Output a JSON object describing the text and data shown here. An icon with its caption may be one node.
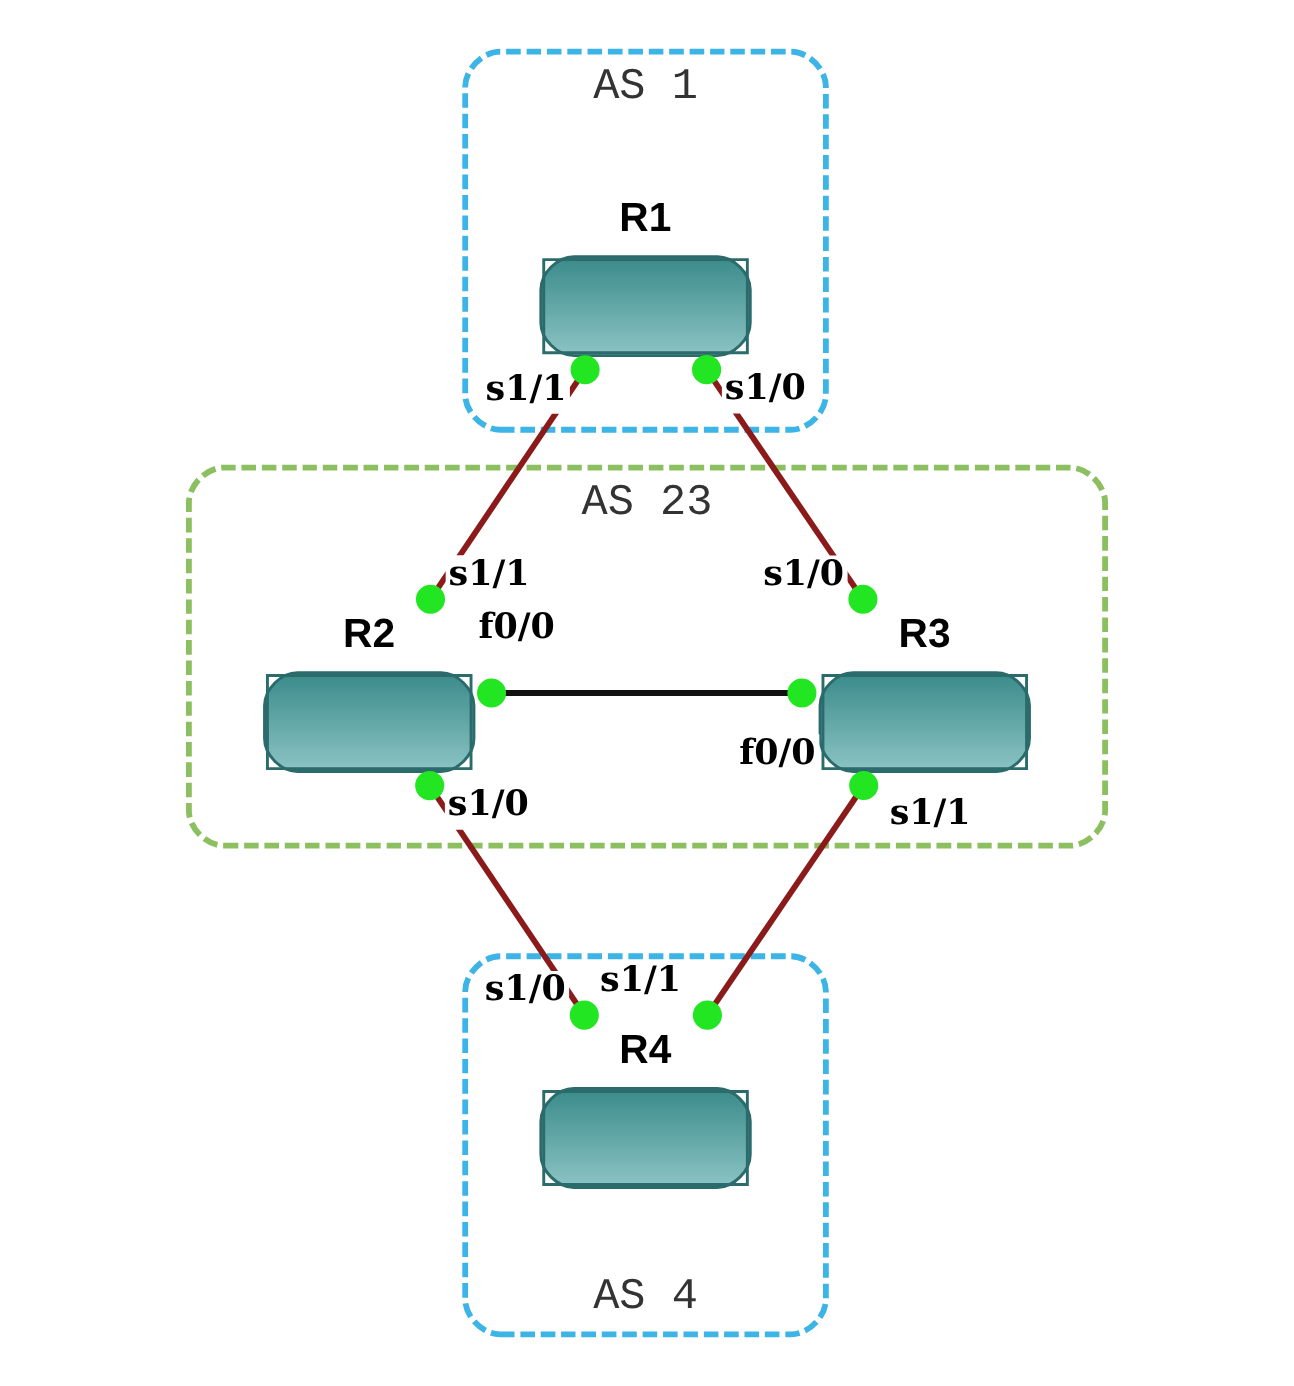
{
  "diagram": {
    "nodes": [
      {
        "text": [
          "AS 1"
        ]
      },
      {
        "text": [
          "R1"
        ],
        "in": 0
      },
      {
        "text": [
          "AS 23"
        ]
      },
      {
        "text": [
          "R2"
        ],
        "in": 2
      },
      {
        "text": [
          "R3"
        ],
        "in": 2
      },
      {
        "text": [
          "AS 4"
        ]
      },
      {
        "text": [
          "R4"
        ],
        "in": 5
      }
    ],
    "edges": [
      {
        "from": 1,
        "to": 3,
        "arrow": "other"
      },
      {
        "from": 1,
        "to": 4,
        "arrow": "other"
      },
      {
        "from": 3,
        "to": 4,
        "arrow": "other",
        "color": "#111111"
      },
      {
        "from": 3,
        "to": 6,
        "arrow": "other"
      },
      {
        "from": 4,
        "to": 6,
        "arrow": "other"
      }
    ],
    "labels": [
      "s1/1",
      "s1/0",
      "s1/1",
      "s1/0",
      "f0/0",
      "f0/0",
      "s1/0",
      "s1/1",
      "s1/0",
      "s1/1"
    ]
  }
}
